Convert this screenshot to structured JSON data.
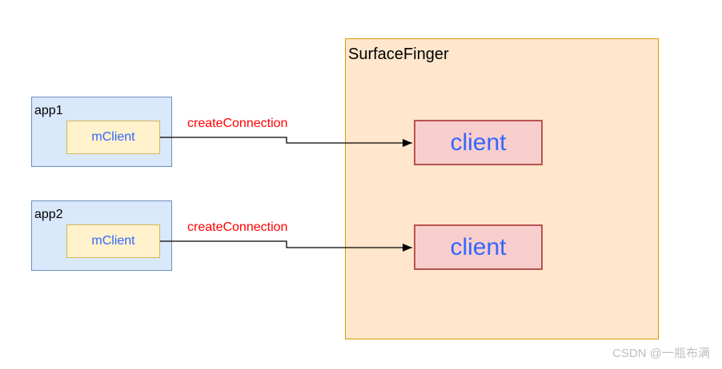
{
  "diagram": {
    "surface": {
      "title": "SurfaceFinger"
    },
    "apps": [
      {
        "label": "app1",
        "member": "mClient"
      },
      {
        "label": "app2",
        "member": "mClient"
      }
    ],
    "clients": [
      {
        "label": "client"
      },
      {
        "label": "client"
      }
    ],
    "connections": [
      {
        "label": "createConnection"
      },
      {
        "label": "createConnection"
      }
    ],
    "colors": {
      "app_fill": "#dae8fc",
      "app_border": "#6c8ebf",
      "mclient_fill": "#fff2cc",
      "mclient_border": "#d6b656",
      "surface_fill": "#ffe6cc",
      "surface_border": "#d79b00",
      "client_fill": "#f8cecc",
      "client_border": "#b85450",
      "blue_text": "#3366ff",
      "connection_label_red": "#ff0000",
      "arrow_stroke": "#000000",
      "watermark_gray": "#bfbfbf"
    }
  },
  "watermark": {
    "text": "CSDN @一瓶布满"
  }
}
